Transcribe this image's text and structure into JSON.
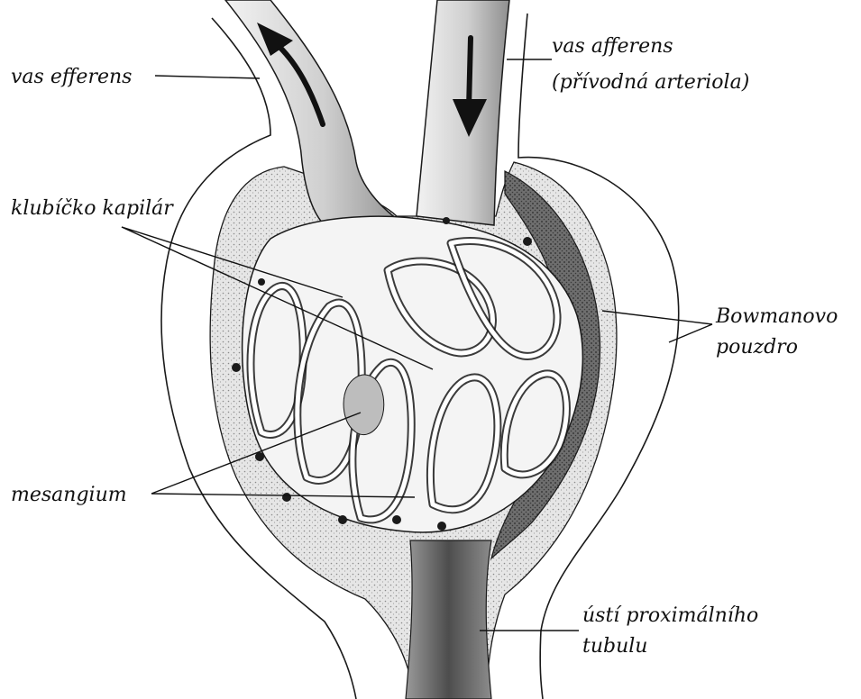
{
  "figure": {
    "labels": {
      "vas_efferens": "vas efferens",
      "vas_afferens_line1": "vas afferens",
      "vas_afferens_line2": "(přívodná arteriola)",
      "klubicko": "klubíčko kapilár",
      "bowman_line1": "Bowmanovo",
      "bowman_line2": "pouzdro",
      "mesangium": "mesangium",
      "tubulus_line1": "ústí proximálního",
      "tubulus_line2": "tubulu"
    },
    "colors": {
      "ink": "#111111",
      "shade_light": "#d9d9d9",
      "shade_mid": "#9a9a9a",
      "shade_dark": "#2a2a2a",
      "background": "#ffffff"
    },
    "arrows": {
      "efferent_flow": "outward (up-left)",
      "afferent_flow": "inward (down)"
    }
  }
}
